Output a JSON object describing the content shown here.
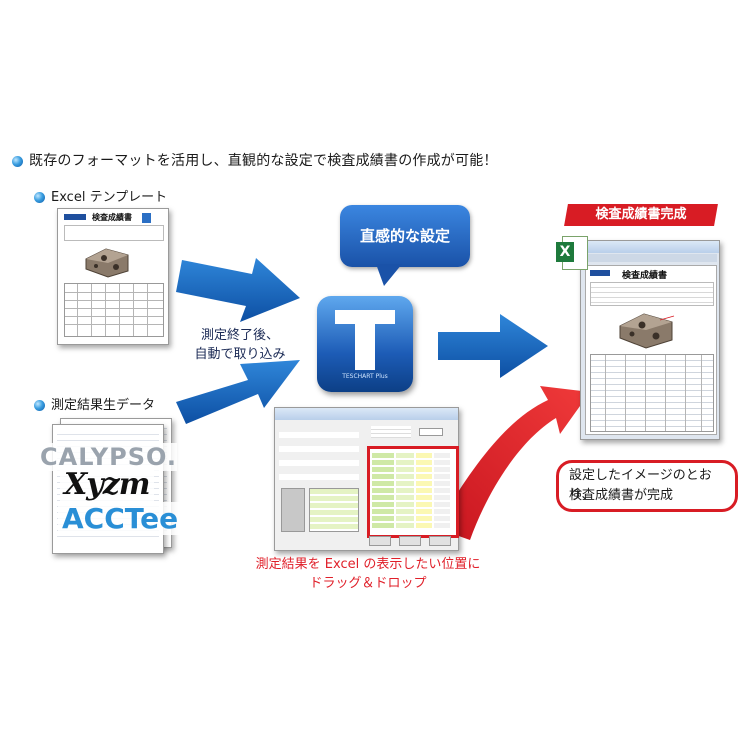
{
  "headline": "既存のフォーマットを活用し、直観的な設定で検査成績書の作成が可能！",
  "excel_template": {
    "label": "Excel テンプレート",
    "doc_title": "検査成績書"
  },
  "measurement_data": {
    "label": "測定結果生データ",
    "logos": [
      "CALYPSO.",
      "Xyzm",
      "ACCTee"
    ]
  },
  "auto_import_caption": [
    "測定終了後、",
    "自動で取り込み"
  ],
  "bubble_label": "直感的な設定",
  "app_icon": {
    "letter": "T",
    "sublabel": "TESCHART Plus"
  },
  "drag_caption": [
    "測定結果を Excel の表示したい位置に",
    "ドラッグ＆ドロップ"
  ],
  "result_banner": "検査成績書完成",
  "result_doc_title": "検査成績書",
  "result_callout": [
    "設定したイメージのとおり、",
    "検査成績書が完成"
  ],
  "colors": {
    "arrow_blue": "#1565c0",
    "arrow_red": "#e0202a",
    "bubble_blue": "#1d5db8",
    "caption_navy": "#1b2a55"
  }
}
